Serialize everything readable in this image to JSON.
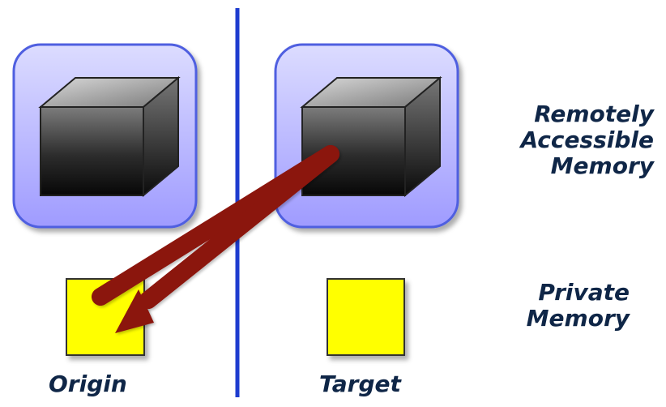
{
  "labels": {
    "origin": "Origin",
    "target": "Target",
    "remote_memory": [
      "Remotely",
      "Accessible",
      "Memory"
    ],
    "private_memory": [
      "Private",
      "Memory"
    ]
  },
  "colors": {
    "divider": "#1e3ccf",
    "panel_fill_top": "#dcdcff",
    "panel_fill_bottom": "#a9a6ff",
    "panel_stroke": "#4f5fe0",
    "cube_dark": "#111111",
    "cube_mid": "#6f6f6f",
    "cube_light": "#bdbdbd",
    "private_fill": "#ffff00",
    "private_stroke": "#333333",
    "arrow": "#8b130c",
    "text": "#0f2647"
  }
}
